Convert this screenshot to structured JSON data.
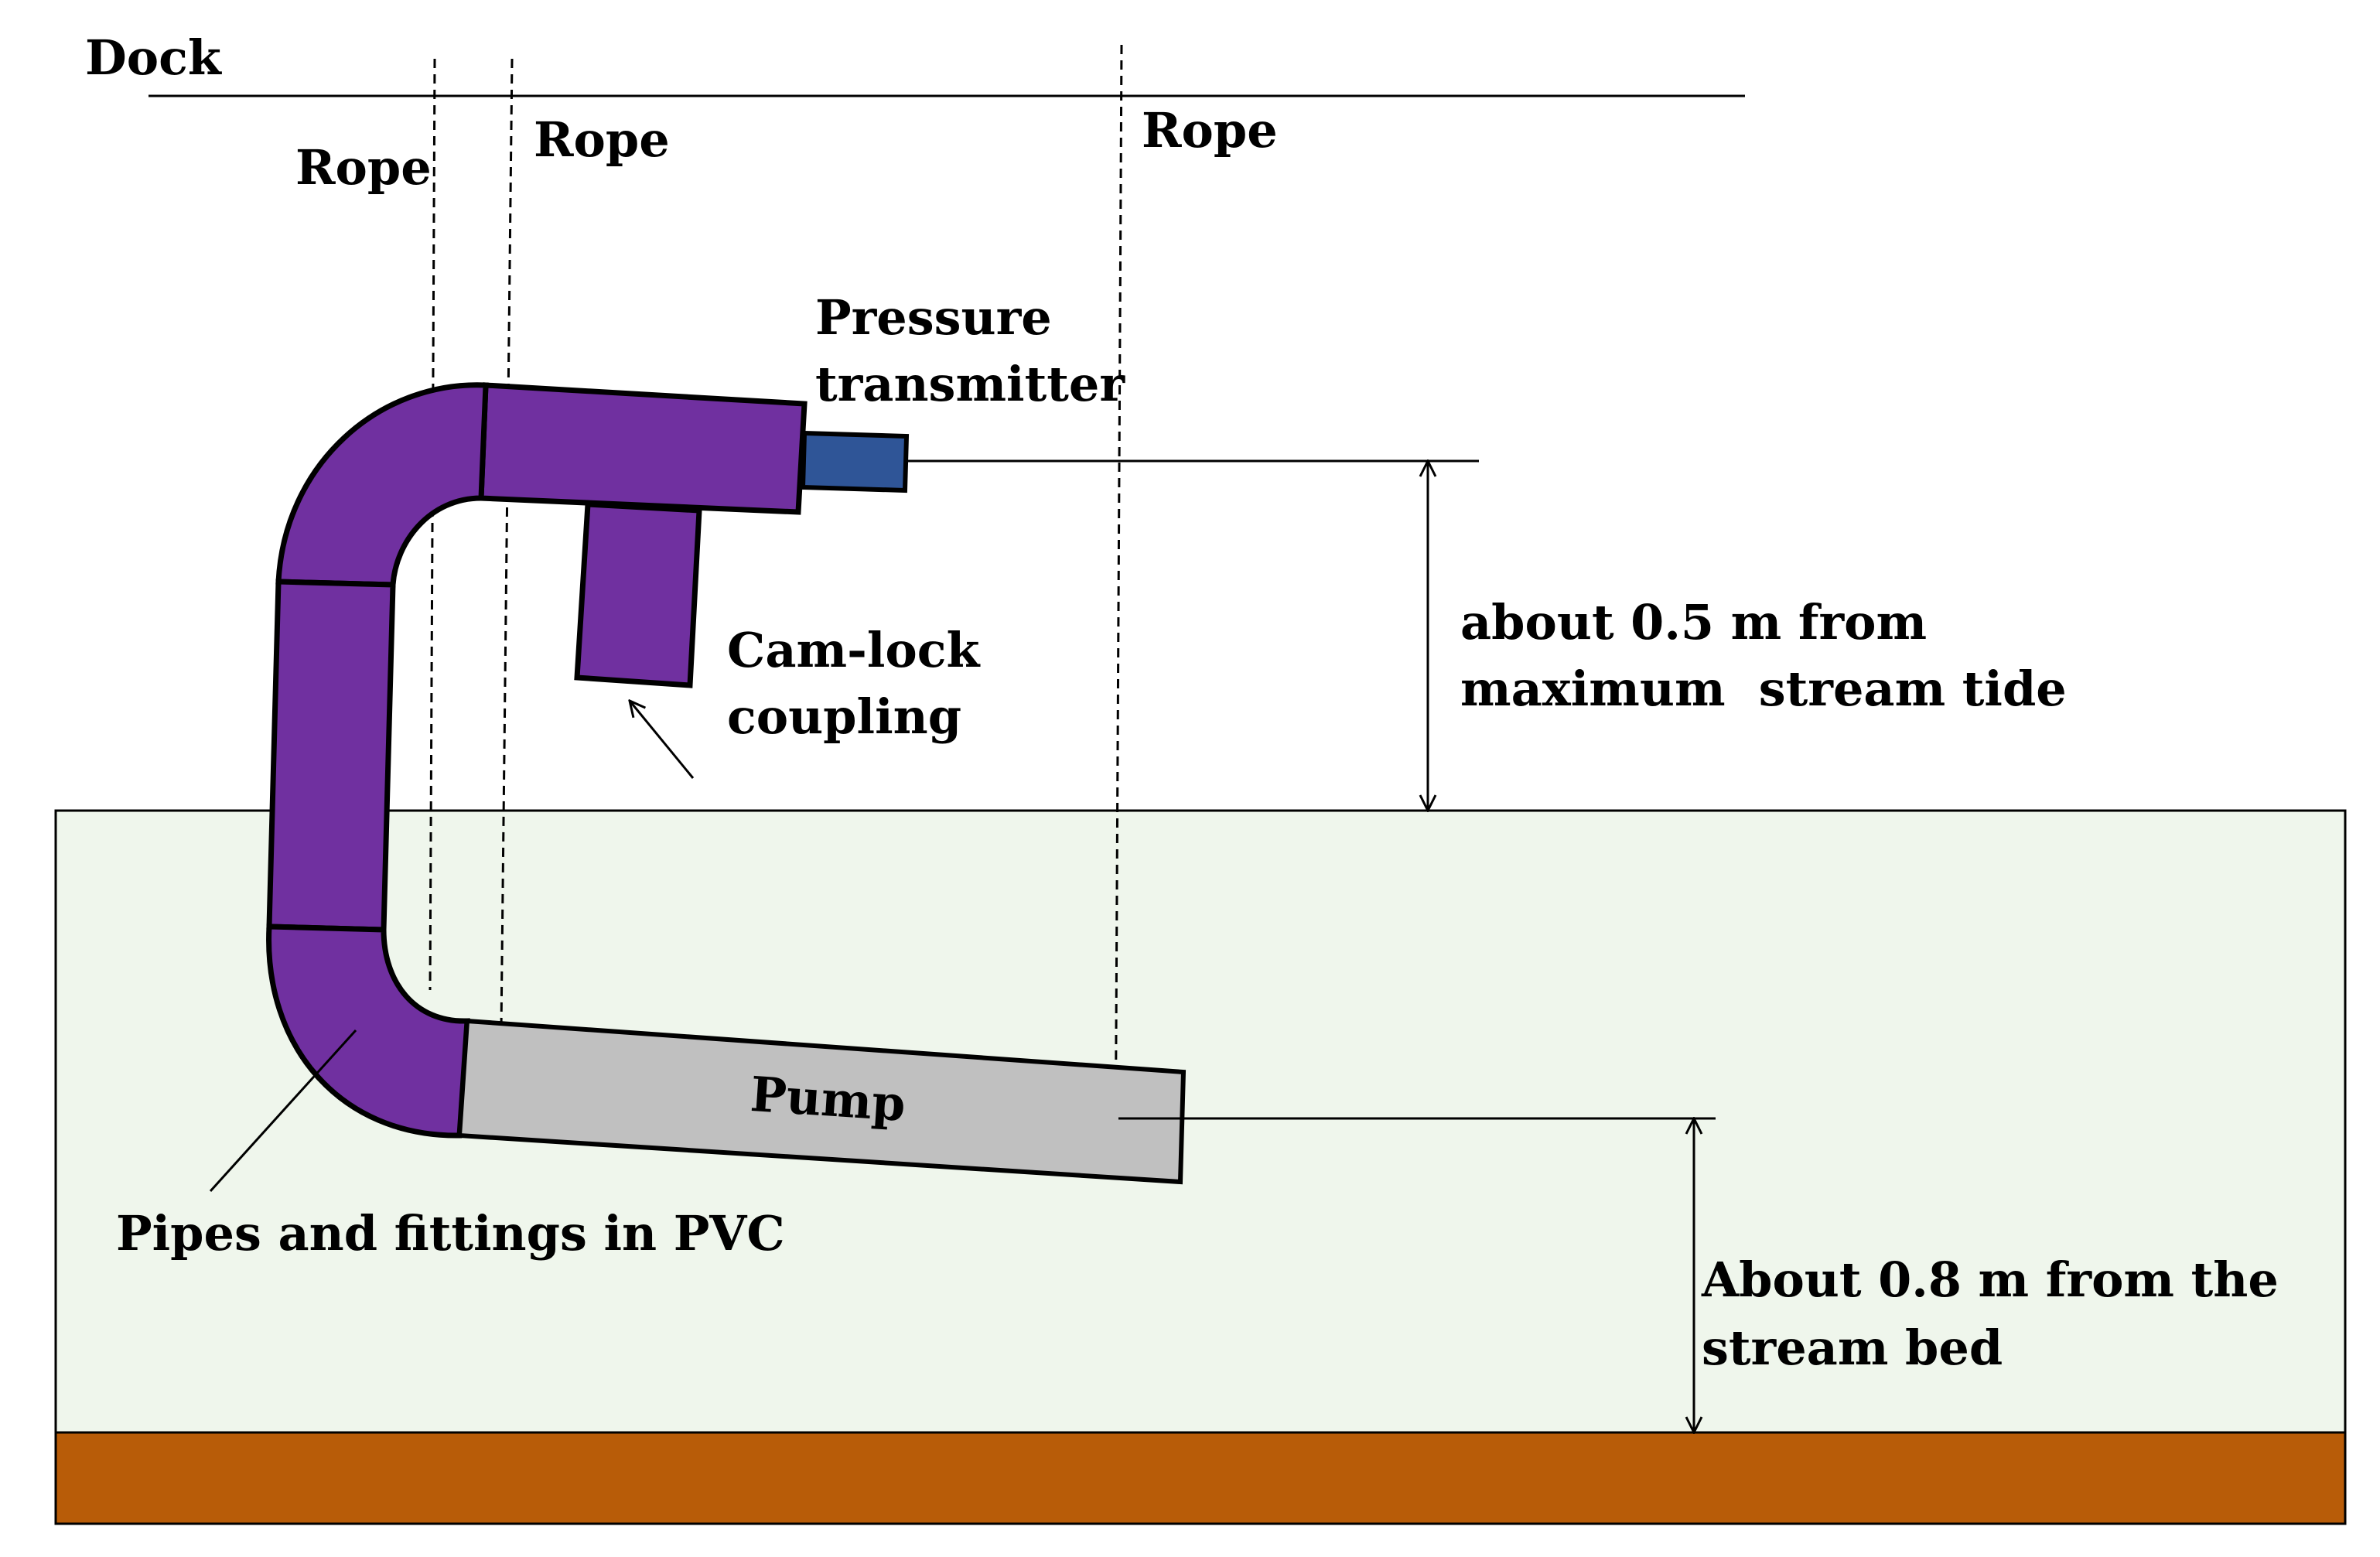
{
  "labels": {
    "dock": "Dock",
    "rope_left": "Rope",
    "rope_middle": "Rope",
    "rope_right": "Rope",
    "pressure_line1": "Pressure",
    "pressure_line2": "transmitter",
    "camlock_line1": "Cam-lock",
    "camlock_line2": "coupling",
    "upper_dim_line1": "about 0.5 m from",
    "upper_dim_line2": "maximum  stream tide",
    "pump": "Pump",
    "pvc": "Pipes and fittings in PVC",
    "lower_dim_line1": "About 0.8 m from the",
    "lower_dim_line2": "stream bed"
  },
  "colors": {
    "pvc_pipe": "#7030A0",
    "pressure_transmitter": "#2F5597",
    "pump": "#C0C0C0",
    "water": "#EFF6EC",
    "stream_bed": "#B85C08",
    "line": "#000000"
  }
}
